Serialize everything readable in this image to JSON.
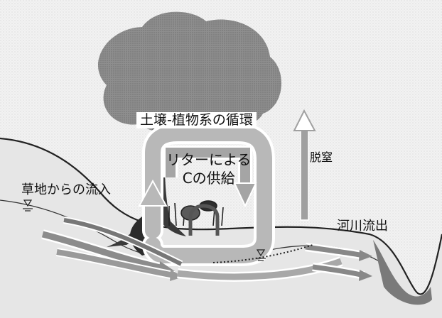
{
  "labels": {
    "soil_plant_cycle": "土壌-植物系の循環",
    "litter_line1": "リターによる",
    "litter_line2": "Cの供給",
    "denitrification": "脱窒",
    "grassland_inflow": "草地からの流入",
    "river_outflow": "河川流出"
  },
  "colors": {
    "background": "#efefef",
    "canopy": "#8c8c8c",
    "trunk": "#3a3a3a",
    "arrow_fill": "#9a9a9a",
    "arrow_outline": "#ffffff",
    "text": "#111111"
  },
  "icons": [
    "tree-icon",
    "water-table-symbol",
    "plant-icon",
    "arrow-icon"
  ]
}
